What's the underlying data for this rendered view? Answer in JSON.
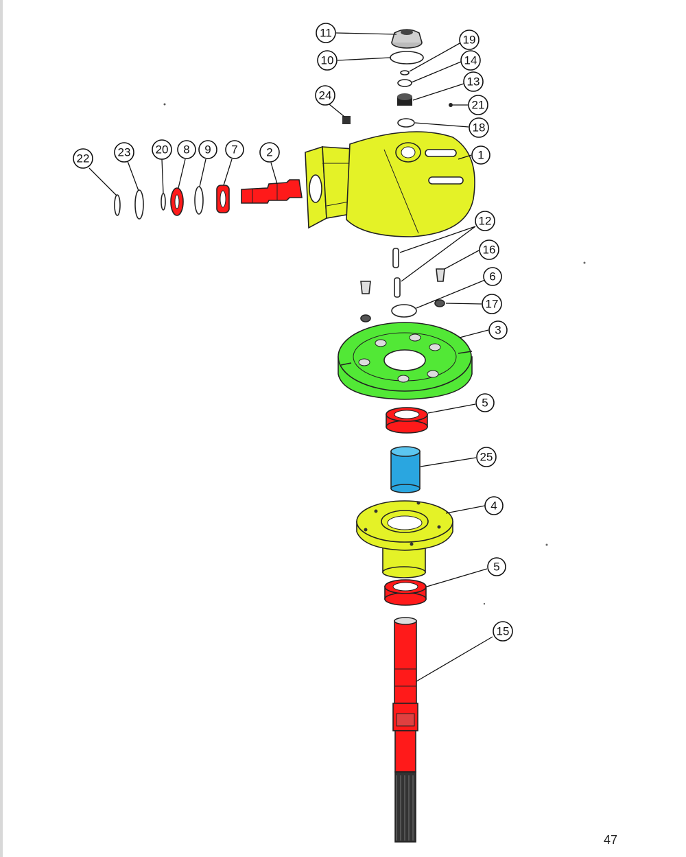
{
  "colors": {
    "housing": "#e4f227",
    "plate": "#52e836",
    "bearing": "#ff1a1a",
    "shaft": "#ff1a1a",
    "sleeve": "#2aa6e0",
    "dark": "#333333"
  },
  "callouts": [
    {
      "id": "c11",
      "label": "11"
    },
    {
      "id": "c10",
      "label": "10"
    },
    {
      "id": "c19",
      "label": "19"
    },
    {
      "id": "c14",
      "label": "14"
    },
    {
      "id": "c13",
      "label": "13"
    },
    {
      "id": "c21",
      "label": "21"
    },
    {
      "id": "c24",
      "label": "24"
    },
    {
      "id": "c18",
      "label": "18"
    },
    {
      "id": "c22",
      "label": "22"
    },
    {
      "id": "c23",
      "label": "23"
    },
    {
      "id": "c20",
      "label": "20"
    },
    {
      "id": "c8",
      "label": "8"
    },
    {
      "id": "c9",
      "label": "9"
    },
    {
      "id": "c7",
      "label": "7"
    },
    {
      "id": "c2",
      "label": "2"
    },
    {
      "id": "c1",
      "label": "1"
    },
    {
      "id": "c12",
      "label": "12"
    },
    {
      "id": "c16",
      "label": "16"
    },
    {
      "id": "c6",
      "label": "6"
    },
    {
      "id": "c17",
      "label": "17"
    },
    {
      "id": "c3",
      "label": "3"
    },
    {
      "id": "c5a",
      "label": "5"
    },
    {
      "id": "c25",
      "label": "25"
    },
    {
      "id": "c4",
      "label": "4"
    },
    {
      "id": "c5b",
      "label": "5"
    },
    {
      "id": "c15",
      "label": "15"
    }
  ],
  "page_number": "47"
}
